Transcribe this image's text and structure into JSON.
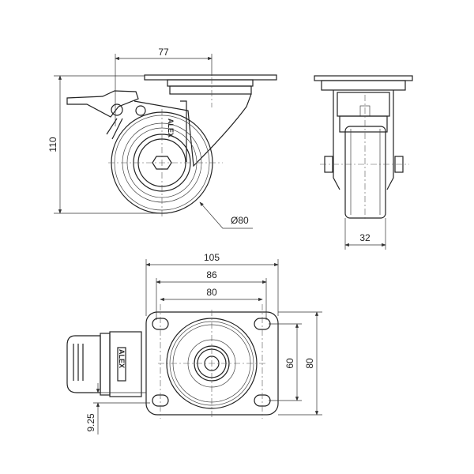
{
  "drawing": {
    "side_view": {
      "dim_offset": "77",
      "dim_height": "110",
      "dim_wheel_diameter": "Ø80",
      "logo_text": "ALEX"
    },
    "front_view": {
      "dim_wheel_width": "32"
    },
    "top_view": {
      "dim_plate_width": "105",
      "dim_hole_outer": "86",
      "dim_hole_spacing_x": "80",
      "dim_hole_spacing_y": "60",
      "dim_plate_depth": "80",
      "dim_brake_offset": "9.25",
      "logo_text": "ALEX"
    }
  }
}
